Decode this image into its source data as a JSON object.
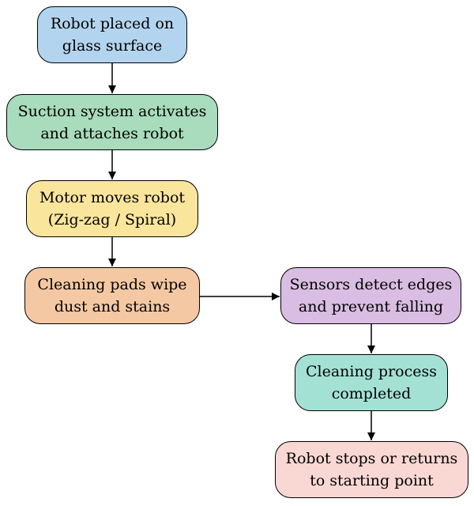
{
  "diagram": {
    "type": "flowchart",
    "nodes": [
      {
        "id": "n1",
        "lines": [
          "Robot placed on",
          "glass surface"
        ],
        "fill": "#b3d4ee"
      },
      {
        "id": "n2",
        "lines": [
          "Suction system activates",
          "and attaches robot"
        ],
        "fill": "#a8dcbc"
      },
      {
        "id": "n3",
        "lines": [
          "Motor moves robot",
          "(Zig-zag / Spiral)"
        ],
        "fill": "#fae59c"
      },
      {
        "id": "n4",
        "lines": [
          "Cleaning pads wipe",
          "dust and stains"
        ],
        "fill": "#f4c8a2"
      },
      {
        "id": "n5",
        "lines": [
          "Sensors detect edges",
          "and prevent falling"
        ],
        "fill": "#d9bde2"
      },
      {
        "id": "n6",
        "lines": [
          "Cleaning process",
          "completed"
        ],
        "fill": "#a4e1d5"
      },
      {
        "id": "n7",
        "lines": [
          "Robot stops or returns",
          "to starting point"
        ],
        "fill": "#f9d8d4"
      }
    ],
    "edges": [
      {
        "from": "n1",
        "to": "n2"
      },
      {
        "from": "n2",
        "to": "n3"
      },
      {
        "from": "n3",
        "to": "n4"
      },
      {
        "from": "n4",
        "to": "n5"
      },
      {
        "from": "n5",
        "to": "n6"
      },
      {
        "from": "n6",
        "to": "n7"
      }
    ],
    "colors": {
      "stroke": "#000000",
      "text": "#000000",
      "background": "#ffffff"
    }
  }
}
